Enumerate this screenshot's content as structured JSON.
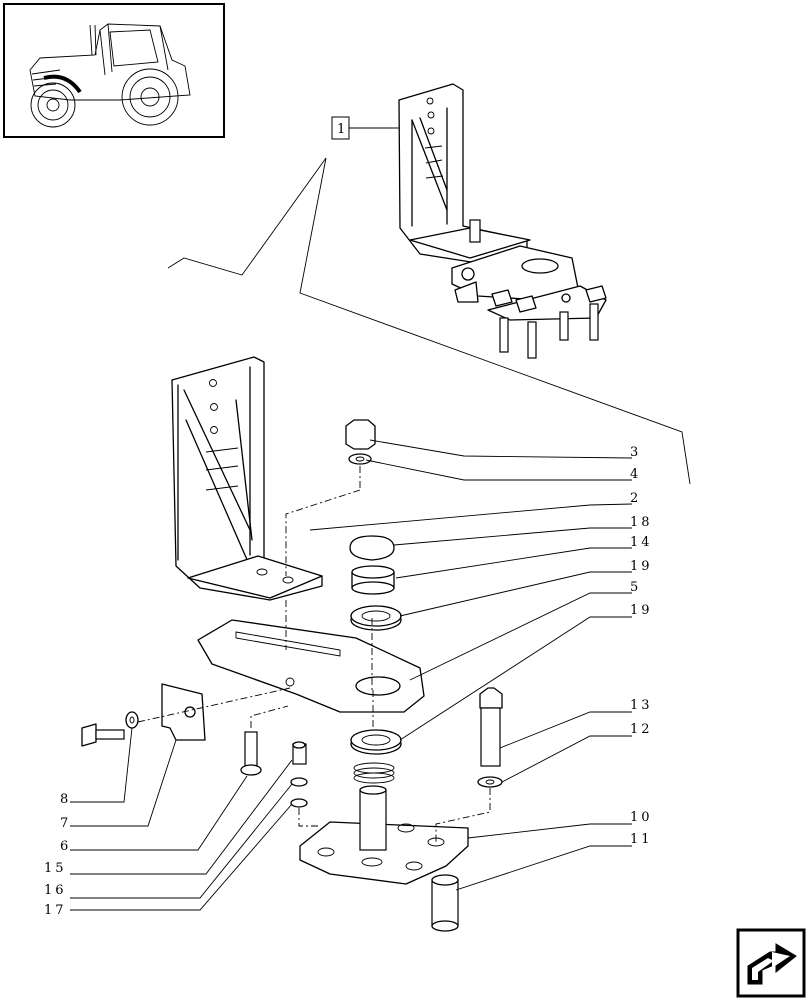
{
  "reference_label": "1",
  "callouts": [
    {
      "id": "3",
      "label": "3"
    },
    {
      "id": "4",
      "label": "4"
    },
    {
      "id": "2",
      "label": "2"
    },
    {
      "id": "18",
      "label": "18"
    },
    {
      "id": "14",
      "label": "14"
    },
    {
      "id": "19a",
      "label": "19"
    },
    {
      "id": "5",
      "label": "5"
    },
    {
      "id": "19b",
      "label": "19"
    },
    {
      "id": "13",
      "label": "13"
    },
    {
      "id": "12",
      "label": "12"
    },
    {
      "id": "10",
      "label": "10"
    },
    {
      "id": "11",
      "label": "11"
    },
    {
      "id": "8",
      "label": "8"
    },
    {
      "id": "7",
      "label": "7"
    },
    {
      "id": "6",
      "label": "6"
    },
    {
      "id": "15",
      "label": "15"
    },
    {
      "id": "16",
      "label": "16"
    },
    {
      "id": "17",
      "label": "17"
    }
  ],
  "icons": {
    "thumbnail": "tractor-thumbnail-icon",
    "nav": "next-page-arrow-icon"
  }
}
